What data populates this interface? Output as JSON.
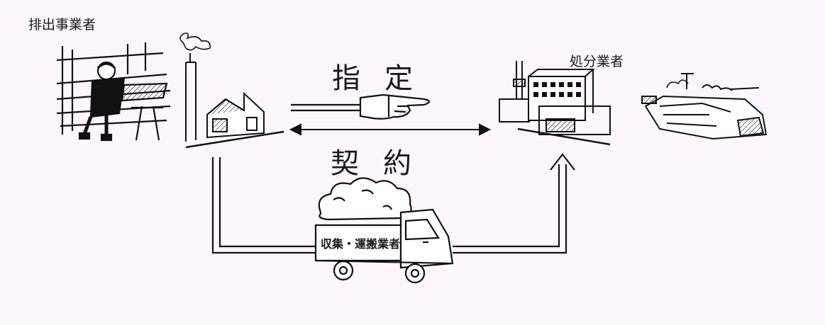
{
  "labels": {
    "generator": "排出事業者",
    "disposer": "処分業者",
    "designate": "指定",
    "contract": "契約",
    "transporter": "収集・運搬業者"
  }
}
